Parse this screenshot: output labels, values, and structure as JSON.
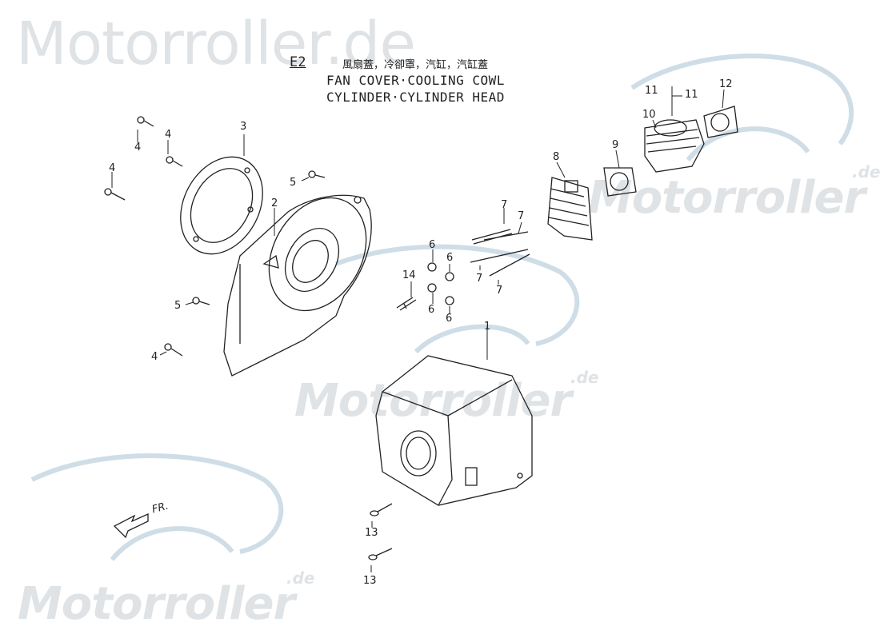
{
  "watermark": {
    "brand": "Motorroller",
    "tld": ".de",
    "brand_full": "Motorroller.de"
  },
  "header": {
    "code": "E2",
    "cjk_title": "風扇蓋，冷卻罩，汽缸，汽缸蓋",
    "title_line1": "FAN COVER·COOLING COWL",
    "title_line2": "CYLINDER·CYLINDER HEAD"
  },
  "direction_label": "FR.",
  "part_numbers": {
    "p1": "1",
    "p2": "2",
    "p3": "3",
    "p4": "4",
    "p5": "5",
    "p6": "6",
    "p7": "7",
    "p8": "8",
    "p9": "9",
    "p10": "10",
    "p11": "11",
    "p12": "12",
    "p13": "13",
    "p14": "14"
  }
}
